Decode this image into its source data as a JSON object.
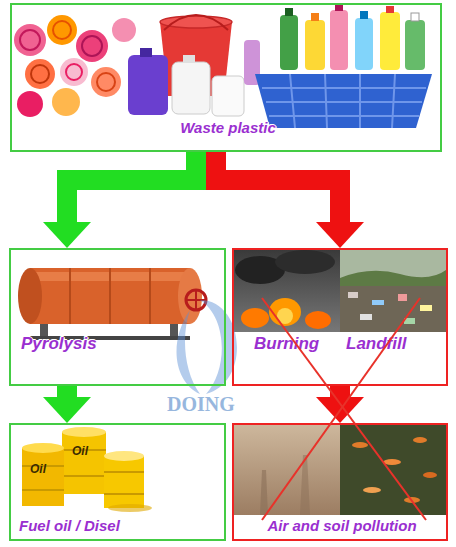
{
  "diagram": {
    "nodes": [
      {
        "text": [
          "Waste plastic"
        ]
      },
      {
        "text": [
          "Pyrolysis"
        ]
      },
      {
        "text": [
          "Burning",
          "Landfill"
        ]
      },
      {
        "text": [
          "Fuel oil / Disel"
        ]
      },
      {
        "text": [
          "Air and soil pollution"
        ]
      }
    ],
    "edges": [
      {
        "from": 0,
        "to": 1,
        "arrow": "to"
      },
      {
        "from": 0,
        "to": 2,
        "arrow": "to"
      },
      {
        "from": 1,
        "to": 3,
        "arrow": "to"
      },
      {
        "from": 2,
        "to": 4,
        "arrow": "to"
      }
    ],
    "labels": [
      "Oil",
      "Oil",
      "DOING"
    ]
  }
}
